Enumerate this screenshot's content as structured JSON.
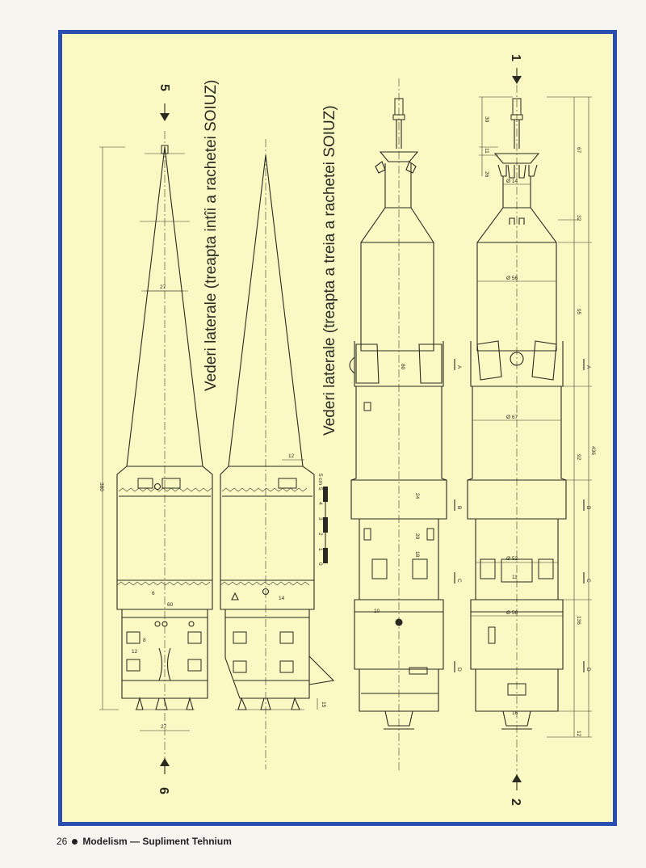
{
  "captions": {
    "first_stage": "Vederi laterale (treapta intîi a rachetei SOIUZ)",
    "third_stage": "Vederi laterale (treapta a treia a rachetei SOIUZ)"
  },
  "section_marks": {
    "m1": "1",
    "m2": "2",
    "m5": "5",
    "m6": "6"
  },
  "stage_letters": [
    "A",
    "B",
    "C",
    "D"
  ],
  "scale_bar": {
    "unit": "5 cm",
    "ticks": [
      "0",
      "1",
      "2",
      "3",
      "4",
      "5"
    ]
  },
  "dimensions": {
    "d380": "380",
    "d27a": "27",
    "d27b": "27",
    "d12a": "12",
    "d14": "14",
    "d60": "60",
    "d6": "6",
    "d8": "8",
    "d12b": "12",
    "d15": "15",
    "d30": "30",
    "d11": "11",
    "d26": "26",
    "dia14": "Ø 14",
    "dia56a": "Ø 56",
    "dia67": "Ø 67",
    "dia52": "Ø 52",
    "dia56b": "Ø 56",
    "d16": "16",
    "d11b": "11",
    "d80": "80",
    "d24": "24",
    "d20": "20",
    "d18": "18",
    "d10": "10",
    "r67": "67",
    "r32": "32",
    "r95": "95",
    "r436": "436",
    "r92": "92",
    "r136": "136",
    "r12": "12"
  },
  "footer": {
    "page": "26",
    "magazine": "Modelism",
    "dash": "—",
    "supplement": "Supliment",
    "publication": "Tehnium"
  },
  "colors": {
    "paper": "#fbf9c3",
    "border": "#2b4fb0",
    "ink": "#2a2a22"
  }
}
